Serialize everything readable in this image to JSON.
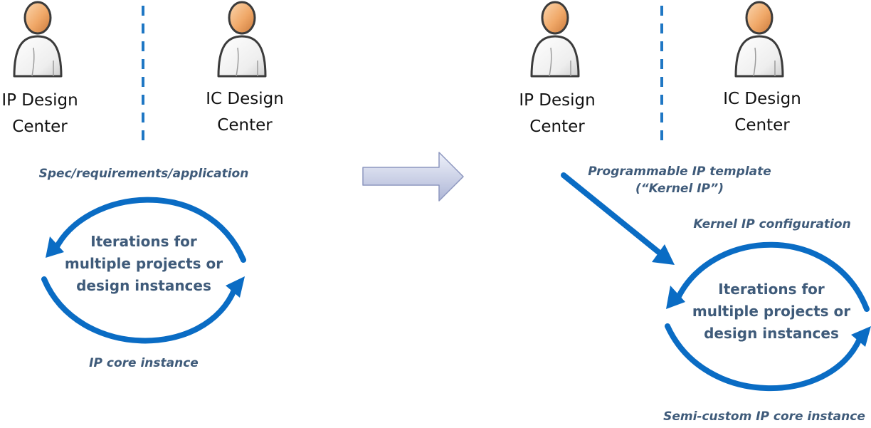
{
  "left_panel": {
    "ip_center": {
      "line1": "IP Design",
      "line2": "Center"
    },
    "ic_center": {
      "line1": "IC Design",
      "line2": "Center"
    },
    "top_label": "Spec/requirements/application",
    "loop_text": {
      "line1": "Iterations for",
      "line2": "multiple projects or",
      "line3": "design instances"
    },
    "bottom_label": "IP core instance"
  },
  "right_panel": {
    "ip_center": {
      "line1": "IP Design",
      "line2": "Center"
    },
    "ic_center": {
      "line1": "IC Design",
      "line2": "Center"
    },
    "template_label": {
      "line1": "Programmable IP template",
      "line2": "(“Kernel IP”)"
    },
    "top_label": "Kernel IP configuration",
    "loop_text": {
      "line1": "Iterations for",
      "line2": "multiple projects or",
      "line3": "design instances"
    },
    "bottom_label": "Semi-custom IP core instance"
  },
  "icons": [
    "person-icon",
    "arrow-right-icon"
  ],
  "colors": {
    "arrow_blue": "#0a6cc4",
    "label_text": "#3f5b7a",
    "divider": "#1f77c4",
    "transition_arrow": "#b9c1de"
  }
}
